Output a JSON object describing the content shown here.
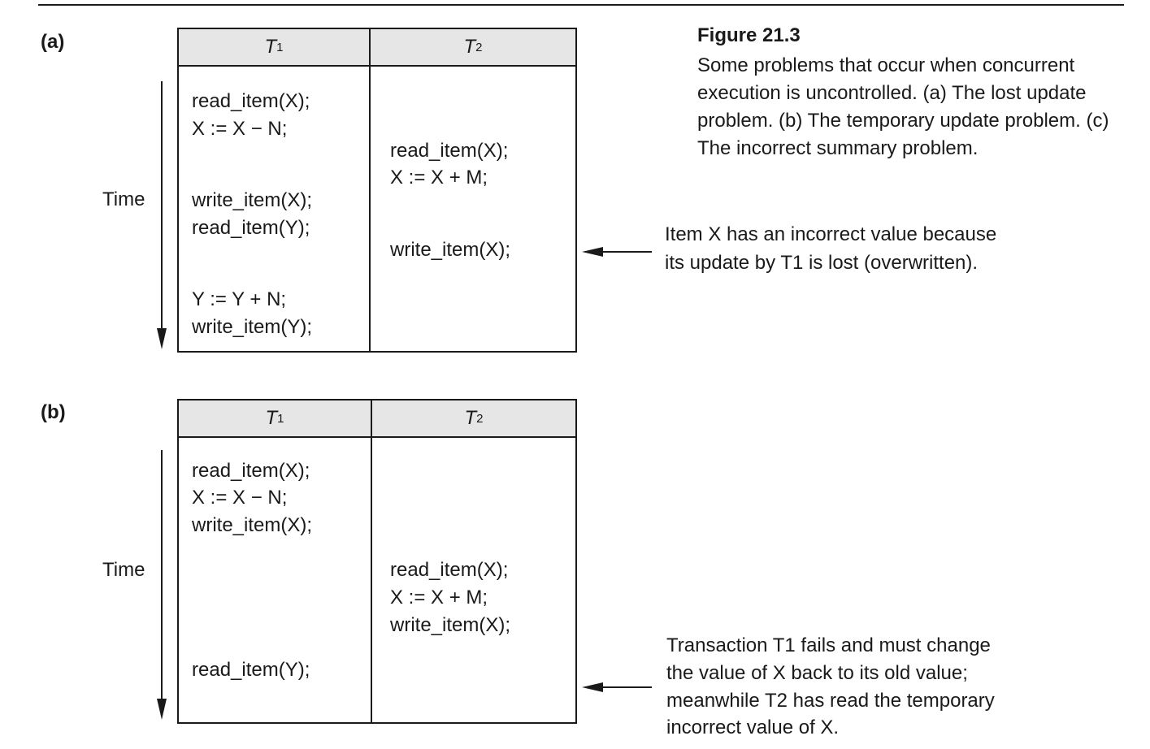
{
  "figure": {
    "title": "Figure 21.3",
    "caption": "Some problems that occur when concurrent execution is uncontrolled. (a) The lost update problem. (b) The temporary update problem. (c) The incorrect summary problem."
  },
  "panels": [
    {
      "label": "(a)",
      "time_label": "Time",
      "headers": [
        "T",
        "T"
      ],
      "header_subscripts": [
        "1",
        "2"
      ],
      "t1_ops": [
        "read_item(X);",
        "X := X − N;",
        "write_item(X);",
        "read_item(Y);",
        "Y := Y + N;",
        "write_item(Y);"
      ],
      "t2_ops": [
        "read_item(X);",
        "X := X + M;",
        "write_item(X);"
      ],
      "note_lines": [
        "Item X has an incorrect value because",
        "its update by T1 is lost (overwritten)."
      ]
    },
    {
      "label": "(b)",
      "time_label": "Time",
      "headers": [
        "T",
        "T"
      ],
      "header_subscripts": [
        "1",
        "2"
      ],
      "t1_ops": [
        "read_item(X);",
        "X := X − N;",
        "write_item(X);",
        "read_item(Y);"
      ],
      "t2_ops": [
        "read_item(X);",
        "X := X + M;",
        "write_item(X);"
      ],
      "note_lines": [
        "Transaction T1 fails and must change",
        "the value of X back to its old value;",
        "meanwhile T2 has read the temporary",
        "incorrect value of X."
      ]
    }
  ]
}
